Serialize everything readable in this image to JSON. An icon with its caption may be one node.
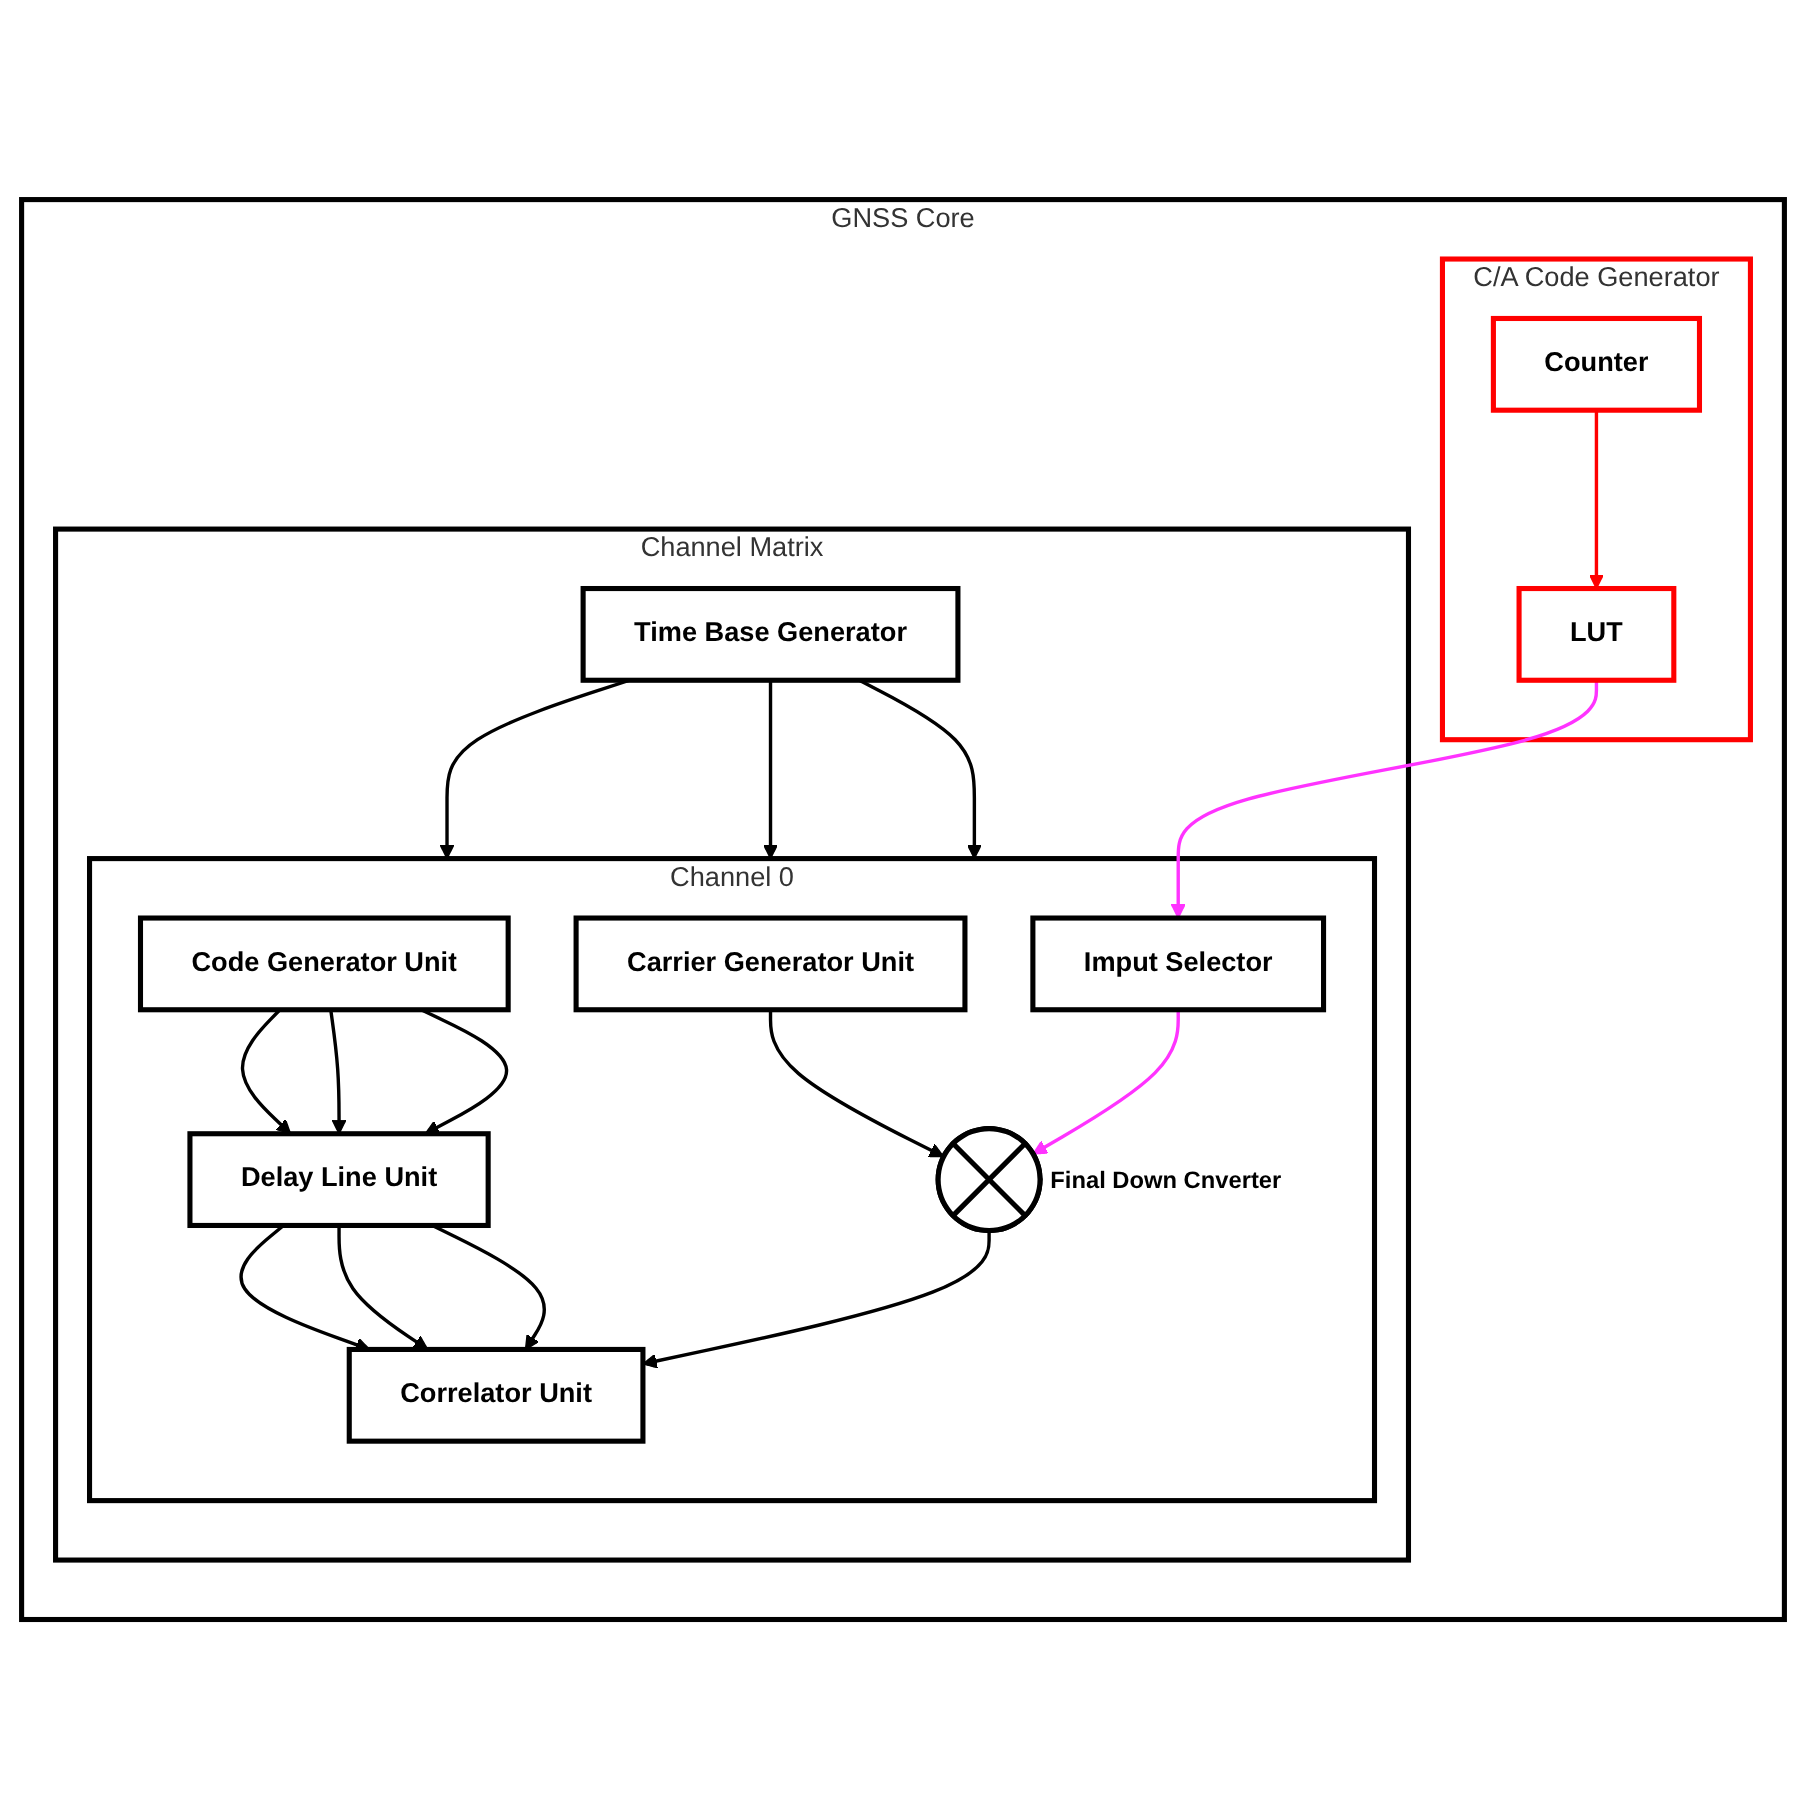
{
  "diagram": {
    "nodes": [
      {
        "text": [
          "GNSS Core"
        ]
      },
      {
        "text": [
          "Channel Matrix"
        ],
        "in": 0
      },
      {
        "text": [
          "Channel 0"
        ],
        "in": 1
      },
      {
        "text": [
          "Carrier Generator Unit"
        ],
        "in": 2
      },
      {
        "text": [
          "Code Generator Unit"
        ],
        "in": 2
      },
      {
        "text": [
          "Delay Line Unit"
        ],
        "in": 2
      },
      {
        "text": [
          "Imput Selector"
        ],
        "in": 2
      },
      {
        "text": [],
        "shape": "circle",
        "beside": [
          "Final Down Cnverter"
        ],
        "in": 2
      },
      {
        "text": [
          "Correlator Unit"
        ],
        "in": 2
      },
      {
        "text": [
          "Time Base Generator"
        ],
        "in": 1
      },
      {
        "text": [
          "C/A Code Generator"
        ],
        "in": 0
      },
      {
        "text": [
          "LUT"
        ],
        "in": 10
      },
      {
        "text": [
          "Counter"
        ],
        "in": 10
      }
    ],
    "edges": [
      {
        "from": 3,
        "to": 7,
        "arrow": "to"
      },
      {
        "from": 4,
        "to": 5,
        "arrow": "to"
      },
      {
        "from": 4,
        "to": 5,
        "arrow": "to"
      },
      {
        "from": 4,
        "to": 5,
        "arrow": "to"
      },
      {
        "from": 5,
        "to": 8,
        "arrow": "to"
      },
      {
        "from": 5,
        "to": 8,
        "arrow": "to"
      },
      {
        "from": 5,
        "to": 8,
        "arrow": "to"
      },
      {
        "from": 6,
        "to": 7,
        "arrow": "to",
        "color": "#ff33ff"
      },
      {
        "from": 7,
        "to": 8,
        "arrow": "to"
      },
      {
        "from": 11,
        "to": 6,
        "arrow": "to",
        "color": "#ff33ff"
      },
      {
        "from": 12,
        "to": 11,
        "arrow": "to",
        "color": "#ff0000"
      },
      {
        "from": 9,
        "to": 2,
        "arrow": "to"
      },
      {
        "from": 9,
        "to": 2,
        "arrow": "to"
      },
      {
        "from": 9,
        "to": 2,
        "arrow": "to"
      }
    ]
  }
}
